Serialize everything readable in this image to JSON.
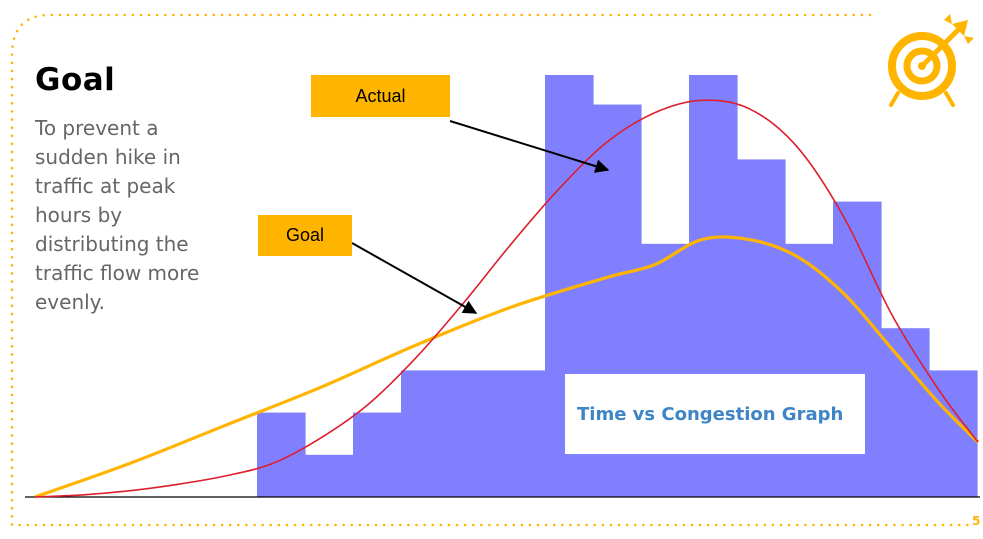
{
  "slide": {
    "title": "Goal",
    "body": "To prevent a sudden hike in traffic at peak hours by distributing the traffic flow more evenly.",
    "page_number": "5",
    "caption": "Time vs Congestion Graph",
    "icon": "target-with-arrow-icon",
    "colors": {
      "accent": "#ffb400",
      "bars": "#8080ff",
      "actual_curve": "#dd1e2f",
      "caption_text": "#3d85c6"
    }
  },
  "chart_data": {
    "type": "bar",
    "title": "Time vs Congestion Graph",
    "xlabel": "",
    "ylabel": "",
    "ylim": [
      0,
      100
    ],
    "grid": false,
    "bars": {
      "values": [
        20,
        10,
        20,
        30,
        30,
        30,
        100,
        93,
        60,
        100,
        80,
        60,
        70,
        40,
        30
      ]
    },
    "curves": [
      {
        "name": "Actual",
        "color": "#dd1e2f",
        "points": [
          [
            0,
            0
          ],
          [
            5,
            0.5
          ],
          [
            10,
            1.5
          ],
          [
            15,
            3
          ],
          [
            20,
            5
          ],
          [
            25,
            8
          ],
          [
            30,
            14
          ],
          [
            35,
            22
          ],
          [
            40,
            33
          ],
          [
            45,
            46
          ],
          [
            50,
            60
          ],
          [
            55,
            73
          ],
          [
            60,
            84
          ],
          [
            65,
            91
          ],
          [
            70,
            94
          ],
          [
            75,
            92
          ],
          [
            80,
            83
          ],
          [
            85,
            66
          ],
          [
            90,
            43
          ],
          [
            95,
            25
          ],
          [
            99,
            13
          ]
        ]
      },
      {
        "name": "Goal",
        "color": "#ffb400",
        "points": [
          [
            0,
            0
          ],
          [
            10,
            8
          ],
          [
            20,
            17
          ],
          [
            30,
            26
          ],
          [
            40,
            36
          ],
          [
            50,
            45
          ],
          [
            60,
            52
          ],
          [
            65,
            55
          ],
          [
            70,
            61
          ],
          [
            75,
            61
          ],
          [
            80,
            57
          ],
          [
            85,
            48
          ],
          [
            90,
            35
          ],
          [
            95,
            22
          ],
          [
            99,
            13
          ]
        ]
      }
    ],
    "annotations": [
      "Actual",
      "Goal"
    ]
  }
}
